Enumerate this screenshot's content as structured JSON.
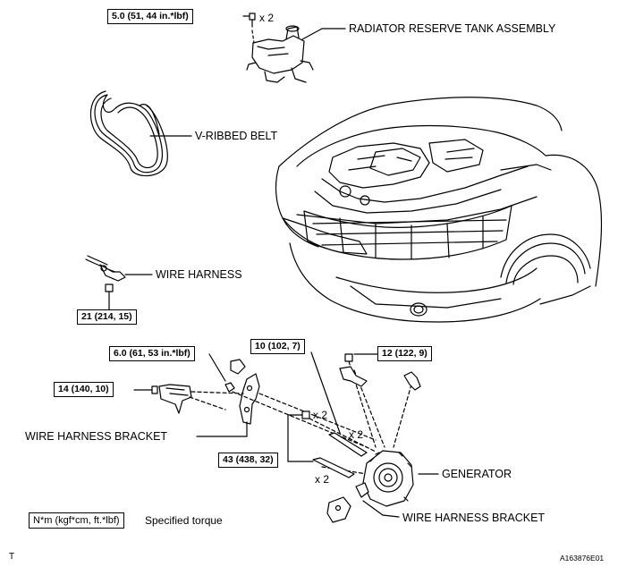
{
  "torques": {
    "reserve_tank": "5.0 (51, 44 in.*lbf)",
    "wire_harness": "21 (214, 15)",
    "bracket_upper": "6.0 (61, 53 in.*lbf)",
    "harness_bolt": "14 (140, 10)",
    "gen_long_bolt": "10 (102, 7)",
    "gen_nut": "12 (122, 9)",
    "gen_bolts": "43 (438, 32)"
  },
  "quantities": {
    "tank_bolts": "x 2",
    "bolt_a": "x 2",
    "bolt_b": "x 2",
    "bolt_c": "x 2"
  },
  "parts": {
    "radiator_tank": "RADIATOR RESERVE TANK ASSEMBLY",
    "belt": "V-RIBBED BELT",
    "wire_harness": "WIRE HARNESS",
    "bracket_left": "WIRE HARNESS BRACKET",
    "generator": "GENERATOR",
    "bracket_bottom": "WIRE HARNESS BRACKET"
  },
  "legend": {
    "unit": "N*m (kgf*cm, ft.*lbf)",
    "text": "Specified torque"
  },
  "footer": {
    "left_mark": "T",
    "figure_code": "A163876E01"
  }
}
